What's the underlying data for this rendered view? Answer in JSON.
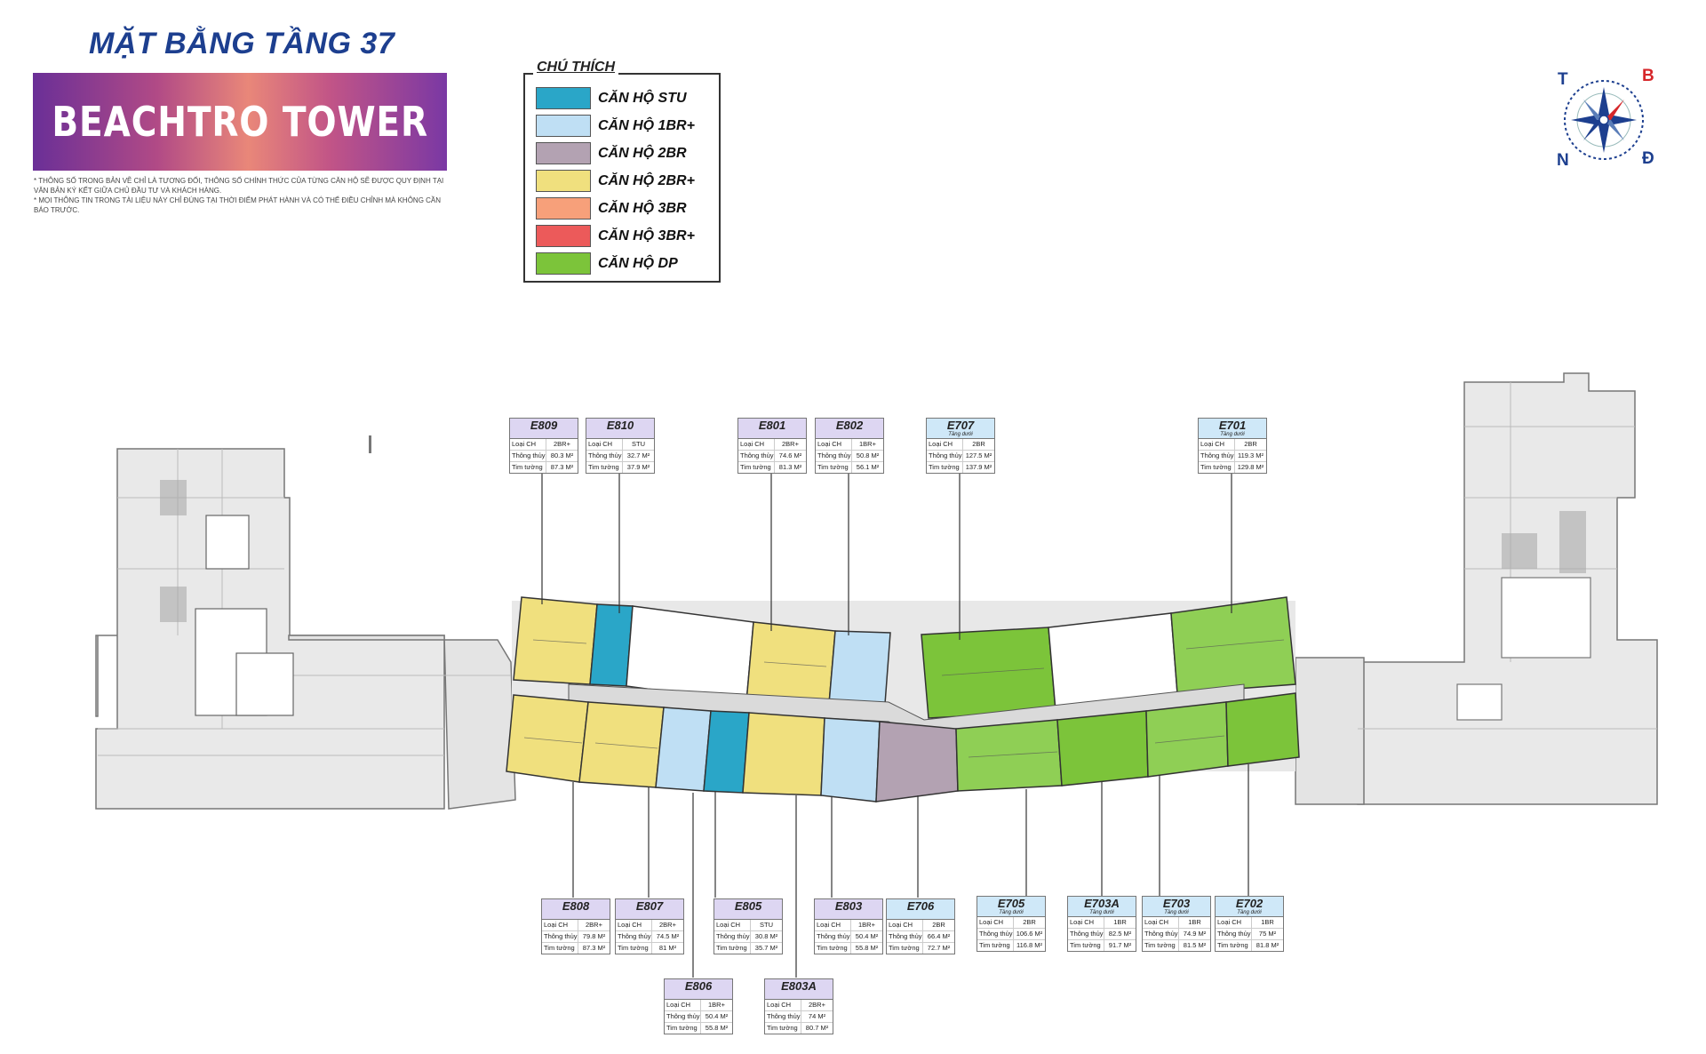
{
  "title": "MẶT BẰNG TẦNG 37",
  "brand": "BEACHTRO TOWER",
  "notes": [
    "* THÔNG SỐ TRONG BẢN VẼ CHỈ LÀ TƯƠNG ĐỐI, THÔNG SỐ CHÍNH THỨC CỦA TỪNG CĂN HỘ SẼ ĐƯỢC QUY ĐỊNH TẠI VĂN BẢN KÝ KẾT GIỮA CHỦ ĐẦU TƯ VÀ KHÁCH HÀNG.",
    "* MỌI THÔNG TIN TRONG TÀI LIỆU NÀY CHỈ ĐÚNG TẠI THỜI ĐIỂM PHÁT HÀNH VÀ CÓ THỂ ĐIỀU CHỈNH MÀ KHÔNG CẦN BÁO TRƯỚC."
  ],
  "legend": {
    "title": "CHÚ THÍCH",
    "items": [
      {
        "label": "CĂN HỘ STU",
        "color": "#2aa6c8"
      },
      {
        "label": "CĂN HỘ 1BR+",
        "color": "#bfdff4"
      },
      {
        "label": "CĂN HỘ 2BR",
        "color": "#b3a2b2"
      },
      {
        "label": "CĂN HỘ 2BR+",
        "color": "#f0e07e"
      },
      {
        "label": "CĂN HỘ 3BR",
        "color": "#f7a07a"
      },
      {
        "label": "CĂN HỘ 3BR+",
        "color": "#ec5a5a"
      },
      {
        "label": "CĂN HỘ DP",
        "color": "#7cc43a"
      }
    ]
  },
  "compass": {
    "t": "T",
    "b": "B",
    "n": "N",
    "d": "Đ"
  },
  "field_labels": {
    "type": "Loại CH",
    "area_net": "Thông thủy",
    "area_gross": "Tim tường"
  },
  "units": [
    {
      "code": "E809",
      "sub": "",
      "type": "2BR+",
      "net": "80.3 M²",
      "gross": "87.3 M²"
    },
    {
      "code": "E810",
      "sub": "",
      "type": "STU",
      "net": "32.7 M²",
      "gross": "37.9 M²"
    },
    {
      "code": "E801",
      "sub": "",
      "type": "2BR+",
      "net": "74.6 M²",
      "gross": "81.3 M²"
    },
    {
      "code": "E802",
      "sub": "",
      "type": "1BR+",
      "net": "50.8 M²",
      "gross": "56.1 M²"
    },
    {
      "code": "E707",
      "sub": "Tầng dưới",
      "type": "2BR",
      "net": "127.5 M²",
      "gross": "137.9 M²"
    },
    {
      "code": "E701",
      "sub": "Tầng dưới",
      "type": "2BR",
      "net": "119.3 M²",
      "gross": "129.8 M²"
    },
    {
      "code": "E808",
      "sub": "",
      "type": "2BR+",
      "net": "79.8 M²",
      "gross": "87.3 M²"
    },
    {
      "code": "E807",
      "sub": "",
      "type": "2BR+",
      "net": "74.5 M²",
      "gross": "81 M²"
    },
    {
      "code": "E805",
      "sub": "",
      "type": "STU",
      "net": "30.8 M²",
      "gross": "35.7 M²"
    },
    {
      "code": "E803",
      "sub": "",
      "type": "1BR+",
      "net": "50.4 M²",
      "gross": "55.8 M²"
    },
    {
      "code": "E706",
      "sub": "",
      "type": "2BR",
      "net": "66.4 M²",
      "gross": "72.7 M²"
    },
    {
      "code": "E705",
      "sub": "Tầng dưới",
      "type": "2BR",
      "net": "106.6 M²",
      "gross": "116.8 M²"
    },
    {
      "code": "E703A",
      "sub": "Tầng dưới",
      "type": "1BR",
      "net": "82.5 M²",
      "gross": "91.7 M²"
    },
    {
      "code": "E703",
      "sub": "Tầng dưới",
      "type": "1BR",
      "net": "74.9 M²",
      "gross": "81.5 M²"
    },
    {
      "code": "E702",
      "sub": "Tầng dưới",
      "type": "1BR",
      "net": "75 M²",
      "gross": "81.8 M²"
    },
    {
      "code": "E806",
      "sub": "",
      "type": "1BR+",
      "net": "50.4 M²",
      "gross": "55.8 M²"
    },
    {
      "code": "E803A",
      "sub": "",
      "type": "2BR+",
      "net": "74 M²",
      "gross": "80.7 M²"
    }
  ]
}
